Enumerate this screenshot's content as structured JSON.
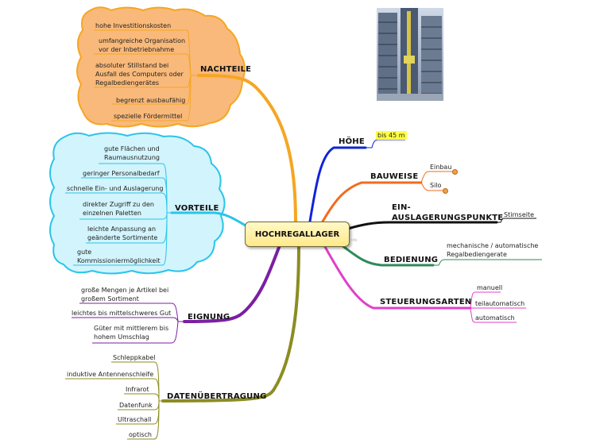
{
  "center": "HOCHREGALLAGER",
  "center_note": "Info",
  "colors": {
    "nachteile": "#f5a623",
    "vorteile": "#29c5ea",
    "eignung": "#7b1fa2",
    "datenuebertragung": "#8c8c22",
    "hoehe": "#1024d8",
    "bauweise": "#f26b1d",
    "ein_auslagerung": "#111111",
    "bedienung": "#2e8a5a",
    "steuerungsarten": "#e040c8"
  },
  "nachteile": {
    "title": "NACHTEILE",
    "items": [
      "hohe Investitionskosten",
      "umfangreiche Organisation\nvor der Inbetriebnahme",
      "absoluter Stillstand bei\nAusfall des Computers oder\nRegalbediengerätes",
      "begrenzt ausbaufähig",
      "spezielle Fördermittel"
    ]
  },
  "vorteile": {
    "title": "VORTEILE",
    "items": [
      "gute Flächen und\nRaumausnutzung",
      "geringer Personalbedarf",
      "schnelle Ein- und Auslagerung",
      "direkter Zugriff zu den\neinzelnen Paletten",
      "leichte Anpassung an\ngeänderte Sortimente",
      "gute\nKommissioniermöglichkeit"
    ]
  },
  "eignung": {
    "title": "EIGNUNG",
    "items": [
      "große Mengen je Artikel bei\ngroßem Sortiment",
      "leichtes bis mittelschweres Gut",
      "Güter mit mittlerem bis\nhohem Umschlag"
    ]
  },
  "datenuebertragung": {
    "title": "DATENÜBERTRAGUNG",
    "items": [
      "Schleppkabel",
      "induktive Antennenschleife",
      "Infrarot",
      "Datenfunk",
      "Ultraschall",
      "optisch"
    ]
  },
  "hoehe": {
    "title": "HÖHE",
    "value": "bis 45 m"
  },
  "bauweise": {
    "title": "BAUWEISE",
    "items": [
      "Einbau",
      "Silo"
    ]
  },
  "ein_auslagerung": {
    "title": "EIN-\nAUSLAGERUNGSPUNKTE",
    "items": [
      "Stirnseite"
    ]
  },
  "bedienung": {
    "title": "BEDIENUNG",
    "items": [
      "mechanische / automatische\nRegalbediengerate"
    ]
  },
  "steuerungsarten": {
    "title": "STEUERUNGSARTEN",
    "items": [
      "manuell",
      "teilautomatisch",
      "automatisch"
    ]
  }
}
